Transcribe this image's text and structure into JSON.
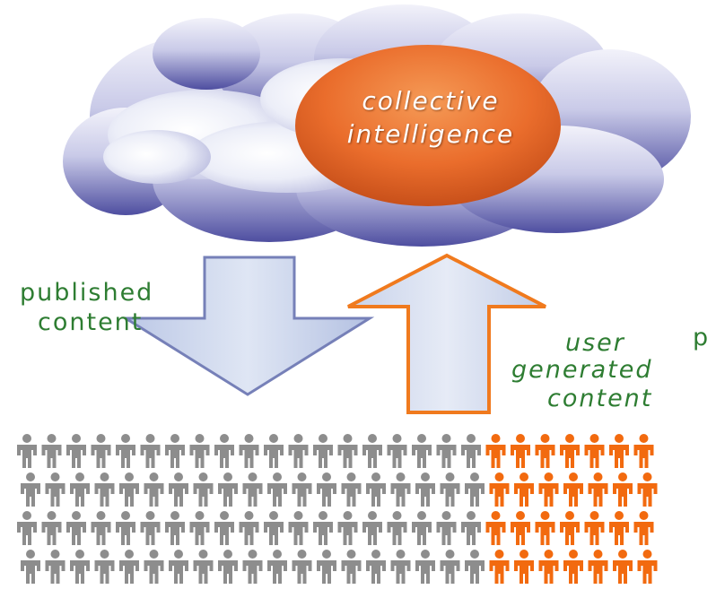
{
  "cloud": {
    "line1": "collective",
    "line2": "intelligence",
    "color": "#6b6bb5",
    "bubble_color": "#e8682a"
  },
  "arrows": {
    "down_label_line1": "published",
    "down_label_line2": "content",
    "up_label_line1": "user",
    "up_label_line2": "generated",
    "up_label_line3": "content",
    "edge_fragment": "p",
    "down_color": "#7680b8",
    "up_color": "#f07a1e",
    "label_color": "#2e7d32"
  },
  "crowd": {
    "rows": 4,
    "gray_per_row": 19,
    "orange_per_row": 7,
    "gray_color": "#8d8d8d",
    "orange_color": "#f26a0f"
  }
}
